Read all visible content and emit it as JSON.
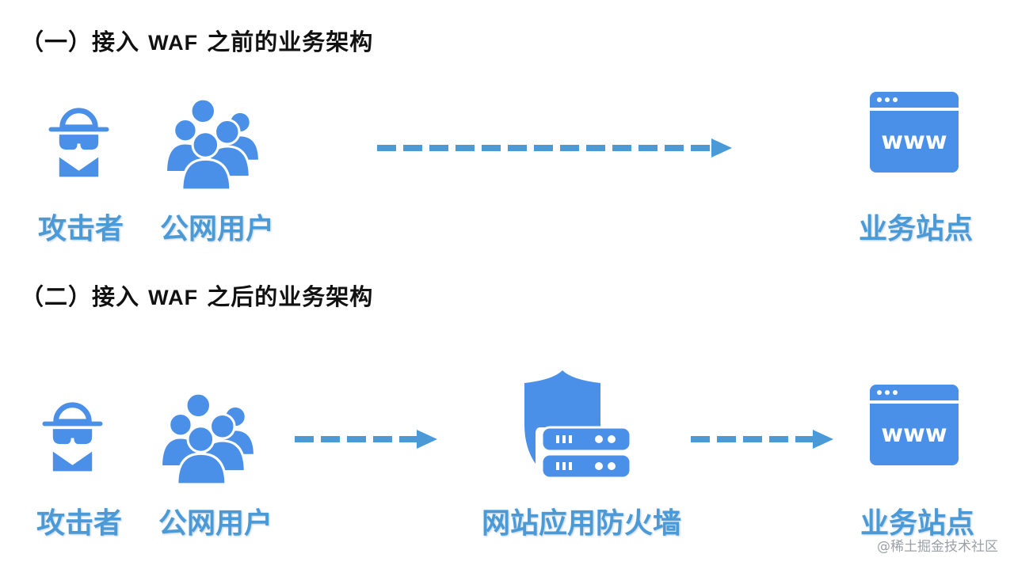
{
  "section1": {
    "heading_prefix": "（一）接入 ",
    "heading_waf": "WAF",
    "heading_suffix": " 之前的业务架构",
    "nodes": {
      "attacker": {
        "label": "攻击者",
        "icon": "hacker-icon"
      },
      "public_users": {
        "label": "公网用户",
        "icon": "users-group-icon"
      },
      "business_site": {
        "label": "业务站点",
        "icon": "www-browser-icon"
      }
    }
  },
  "section2": {
    "heading_prefix": "（二）接入 ",
    "heading_waf": "WAF",
    "heading_suffix": " 之后的业务架构",
    "nodes": {
      "attacker": {
        "label": "攻击者",
        "icon": "hacker-icon"
      },
      "public_users": {
        "label": "公网用户",
        "icon": "users-group-icon"
      },
      "waf": {
        "label": "网站应用防火墙",
        "icon": "shield-server-icon"
      },
      "business_site": {
        "label": "业务站点",
        "icon": "www-browser-icon"
      }
    }
  },
  "colors": {
    "icon_blue": "#4a8fe8",
    "arrow_blue": "#4a9ad8",
    "label_blue": "#4a9ad8",
    "heading": "#111111",
    "watermark": "#9aa0a6"
  },
  "browser_icon_text": "www",
  "watermark": "@稀土掘金技术社区"
}
